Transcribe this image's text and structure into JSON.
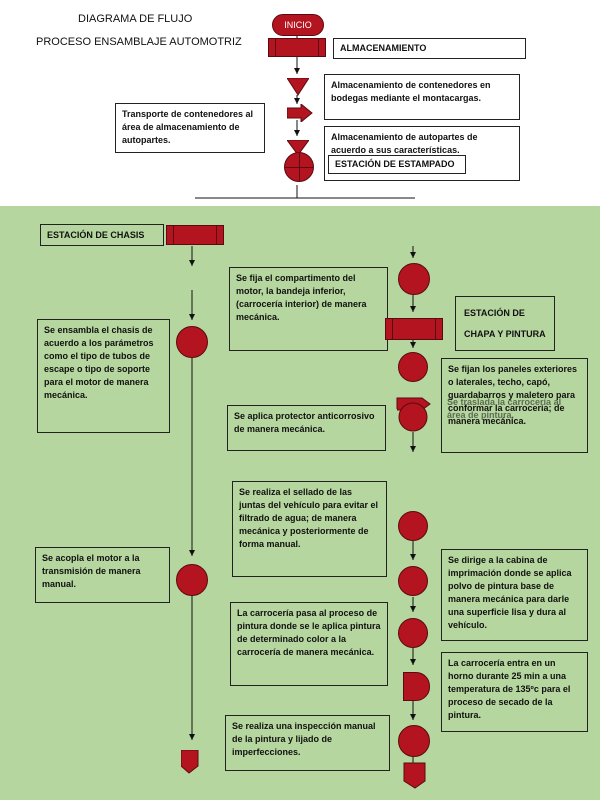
{
  "header": {
    "title_line1": "DIAGRAMA DE FLUJO",
    "title_line2": "PROCESO ENSAMBLAJE AUTOMOTRIZ"
  },
  "nodes": {
    "start": "INICIO",
    "storage": "ALMACENAMIENTO",
    "container_storage": "Almacenamiento de contenedores en bodegas mediante el montacargas.",
    "transport": "Transporte de contenedores al área de almacenamiento de autopartes.",
    "autoparts_storage": "Almacenamiento de autopartes  de acuerdo a sus características.",
    "stamping_station": "ESTACIÓN DE ESTAMPADO",
    "chassis_station": "ESTACIÓN DE CHASIS",
    "chassis_assembly": "Se ensambla el chasis de acuerdo a los parámetros como el tipo de tubos de escape o tipo de soporte para el motor de manera mecánica.",
    "engine_mating": "Se acopla el motor a la transmisión de manera manual.",
    "compartment_fix": "Se fija el compartimento del motor, la bandeja inferior, (carrocería interior) de manera mecánica.",
    "body_station": "ESTACIÓN DE CHAPA Y PINTURA",
    "panels_fix": "Se fijan los paneles exteriores o laterales, techo, capó, guardabarros y maletero para conformar la carrocería; de manera mecánica.",
    "body_overlap": "Se traslada la carrocería al área de pintura.",
    "anticorrosive": "Se aplica protector anticorrosivo de manera mecánica.",
    "sealing": "Se realiza el sellado de las juntas del vehículo para evitar el filtrado de agua; de manera mecánica y posteriormente de forma manual.",
    "primer_booth": "Se dirige a la cabina de imprimación donde se aplica polvo de pintura base de manera mecánica para darle una superficie lisa y dura al vehículo.",
    "paint_process": "La carrocería pasa al proceso de pintura donde se le aplica pintura de determinado color a la carrocería de manera mecánica.",
    "oven": "La carrocería entra en un horno durante 25 min a una temperatura de 135ºc para el proceso de secado de la pintura.",
    "inspection": "Se realiza una inspección manual de la pintura y lijado de imperfecciones."
  },
  "colors": {
    "shape_fill": "#b3141f",
    "lower_background": "#b6d69f",
    "upper_background": "#ffffff"
  }
}
